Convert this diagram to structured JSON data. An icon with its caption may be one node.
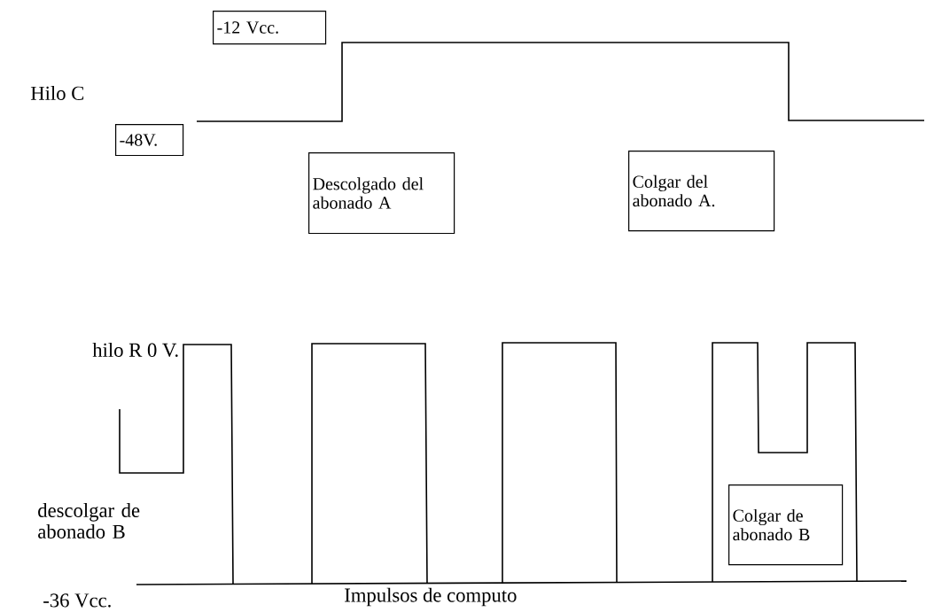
{
  "diagram": {
    "nodes": [
      {
        "text": [
          "-12 Vcc."
        ]
      },
      {
        "text": [
          "-48V."
        ]
      },
      {
        "text": [
          "Descolgado del abonado A"
        ]
      },
      {
        "text": [
          "Colgar del abonado A."
        ]
      },
      {
        "text": [
          "Colgar de abonado B"
        ]
      }
    ],
    "labels": [
      "Hilo C",
      "hilo R 0 V.",
      "descolgar de abonado B",
      "-36 Vcc.",
      "Impulsos de computo"
    ]
  }
}
